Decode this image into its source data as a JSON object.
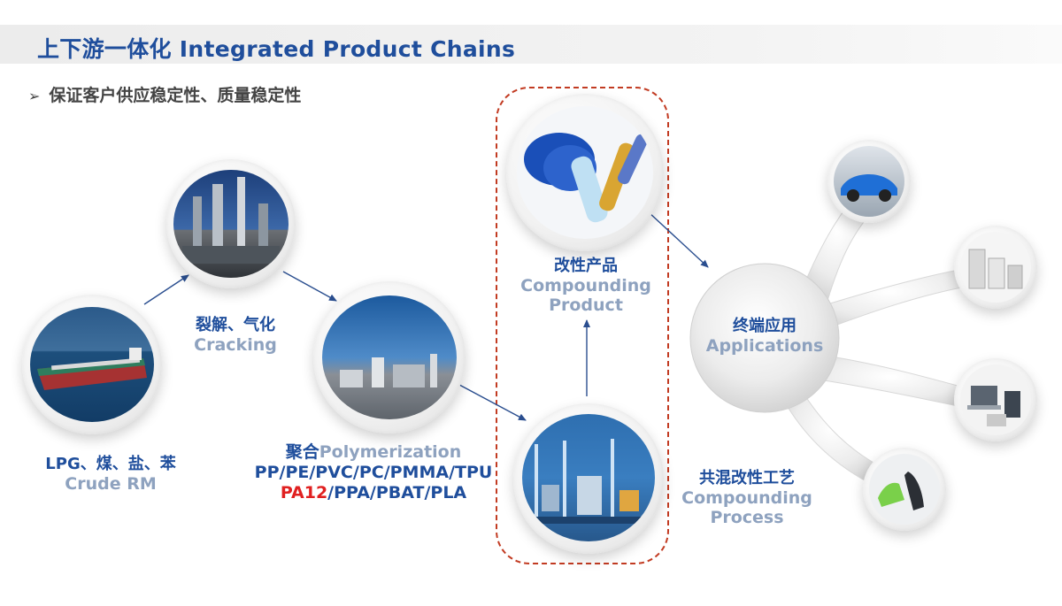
{
  "header": {
    "title": "上下游一体化 Integrated Product Chains",
    "subtitle_bullet": "➢",
    "subtitle": "保证客户供应稳定性、质量稳定性"
  },
  "nodes": {
    "crude": {
      "cn": "LPG、煤、盐、苯",
      "en": "Crude RM"
    },
    "cracking": {
      "cn": "裂解、气化",
      "en": "Cracking"
    },
    "polymerization": {
      "cn": "聚合",
      "en": "Polymerization",
      "line1": "PP/PE/PVC/PC/PMMA/TPU",
      "line2_red": "PA12",
      "line2_rest": "/PPA/PBAT/PLA"
    },
    "compounding_product": {
      "cn": "改性产品",
      "en_line1": "Compounding",
      "en_line2": "Product"
    },
    "compounding_process": {
      "cn": "共混改性工艺",
      "en_line1": "Compounding",
      "en_line2": "Process"
    },
    "applications": {
      "cn": "终端应用",
      "en": "Applications"
    }
  },
  "colors": {
    "title": "#1f4e9c",
    "accent_red": "#e02020",
    "muted_label": "#8ea2bf",
    "arrow": "#2a4e8f",
    "dashed_border": "#c23b22"
  },
  "icons": [
    "tanker-ship-photo",
    "refinery-towers-photo",
    "chemical-plant-photo",
    "plastic-pellets-photo",
    "compounding-machinery-photo",
    "sports-car-photo",
    "home-appliances-photo",
    "electronics-devices-photo",
    "sneakers-photo"
  ]
}
